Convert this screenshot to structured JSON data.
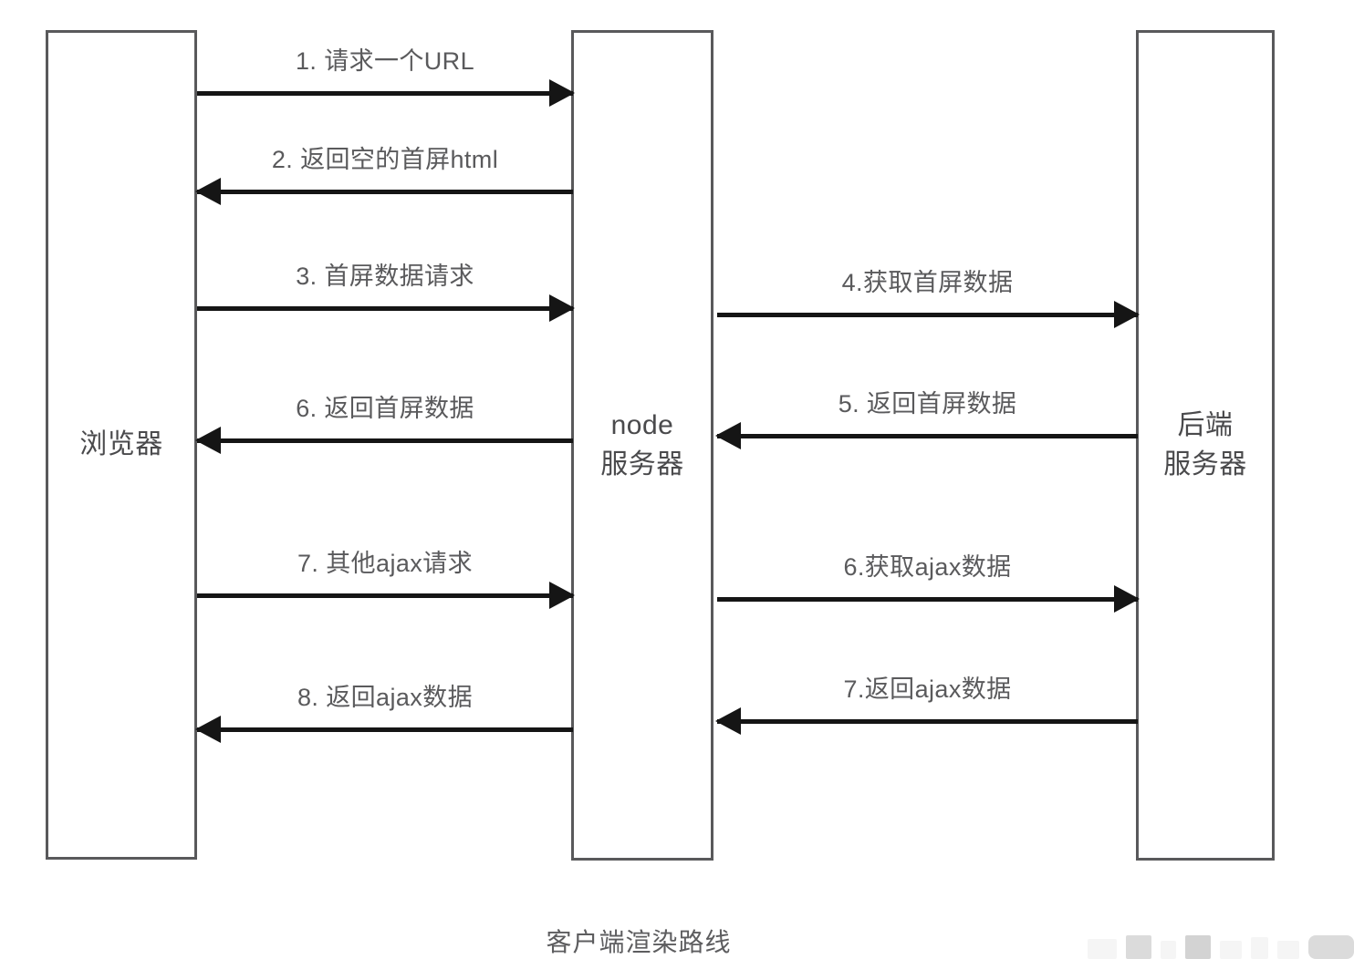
{
  "diagram": {
    "caption": "客户端渲染路线",
    "lifelines": [
      {
        "id": "browser",
        "label": "浏览器"
      },
      {
        "id": "node-server",
        "label": "node\n服务器"
      },
      {
        "id": "backend-server",
        "label": "后端\n服务器"
      }
    ],
    "messages": [
      {
        "id": "m1",
        "label": "1. 请求一个URL",
        "from": "browser",
        "to": "node-server",
        "direction": "right"
      },
      {
        "id": "m2",
        "label": "2. 返回空的首屏html",
        "from": "node-server",
        "to": "browser",
        "direction": "left"
      },
      {
        "id": "m3",
        "label": "3. 首屏数据请求",
        "from": "browser",
        "to": "node-server",
        "direction": "right"
      },
      {
        "id": "m4",
        "label": "4.获取首屏数据",
        "from": "node-server",
        "to": "backend-server",
        "direction": "right"
      },
      {
        "id": "m5",
        "label": "5. 返回首屏数据",
        "from": "backend-server",
        "to": "node-server",
        "direction": "left"
      },
      {
        "id": "m6",
        "label": "6. 返回首屏数据",
        "from": "node-server",
        "to": "browser",
        "direction": "left"
      },
      {
        "id": "m7",
        "label": "7. 其他ajax请求",
        "from": "browser",
        "to": "node-server",
        "direction": "right"
      },
      {
        "id": "m8",
        "label": "6.获取ajax数据",
        "from": "node-server",
        "to": "backend-server",
        "direction": "right"
      },
      {
        "id": "m9",
        "label": "7.返回ajax数据",
        "from": "backend-server",
        "to": "node-server",
        "direction": "left"
      },
      {
        "id": "m10",
        "label": "8. 返回ajax数据",
        "from": "node-server",
        "to": "browser",
        "direction": "left"
      }
    ],
    "colors": {
      "box_border": "#59595b",
      "arrow": "#151515",
      "label_text": "#5a5a5c",
      "background": "#ffffff"
    }
  }
}
